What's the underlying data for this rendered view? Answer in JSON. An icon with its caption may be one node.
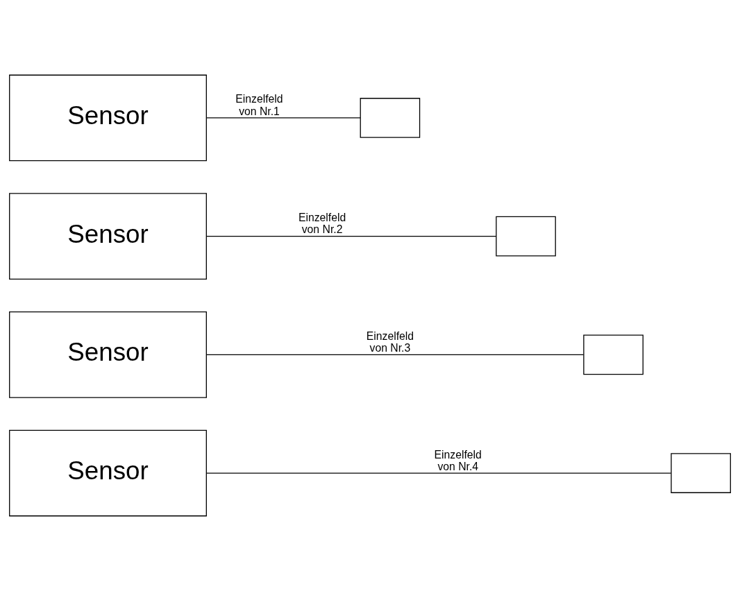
{
  "diagram": {
    "nodes": [
      {
        "text": [
          "Sensor"
        ]
      },
      {
        "text": [],
        "shape": "box"
      },
      {
        "text": [
          "Sensor"
        ]
      },
      {
        "text": [],
        "shape": "box"
      },
      {
        "text": [
          "Sensor"
        ]
      },
      {
        "text": [],
        "shape": "box"
      },
      {
        "text": [
          "Sensor"
        ]
      },
      {
        "text": [],
        "shape": "box"
      }
    ],
    "edges": [
      {
        "from": 0,
        "to": 1,
        "arrow": "none",
        "label": "Einzelfeld von Nr.1"
      },
      {
        "from": 2,
        "to": 3,
        "arrow": "none",
        "label": "Einzelfeld von Nr.2"
      },
      {
        "from": 4,
        "to": 5,
        "arrow": "none",
        "label": "Einzelfeld von Nr.3"
      },
      {
        "from": 6,
        "to": 7,
        "arrow": "none",
        "label": "Einzelfeld von Nr.4"
      }
    ]
  }
}
